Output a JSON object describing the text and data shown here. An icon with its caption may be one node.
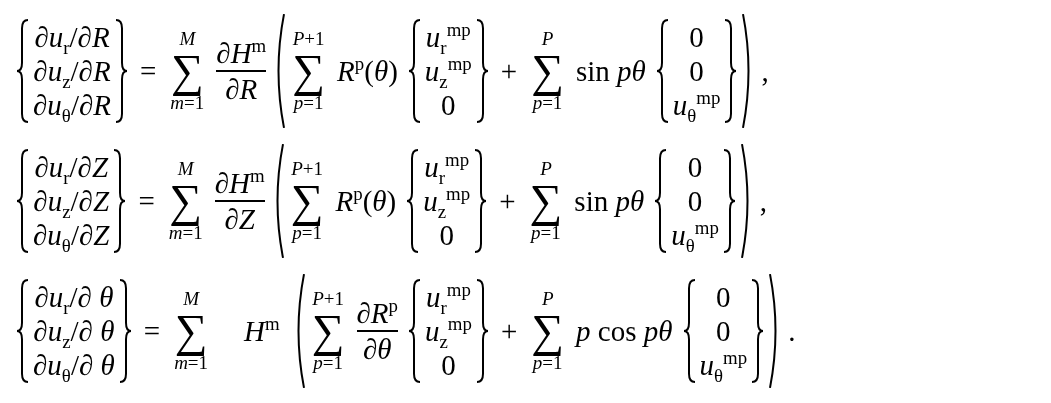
{
  "diagram": {
    "labels": [
      "∂*u*$_{r}$/∂*R*",
      "∂*u*$_{z}$/∂*R*",
      "∂*u*$_{θ}$/∂*R*",
      "=",
      "*M*",
      "∑",
      "*m*=1",
      "∂*H*$^{m}$",
      "∂*R*",
      "*P*+1",
      "∑",
      "*p*=1",
      "*R*$^{p}$(*θ*)",
      "*u*$_{r}$$^{mp}$",
      "*u*$_{z}$$^{mp}$",
      "0",
      "+",
      "*P*",
      "∑",
      "*p*=1",
      "sin *pθ*",
      "0",
      "0",
      "*u*$_{θ}$$^{mp}$",
      ",",
      "∂*u*$_{r}$/∂*Z*",
      "∂*u*$_{z}$/∂*Z*",
      "∂*u*$_{θ}$/∂*Z*",
      "=",
      "*M*",
      "∑",
      "*m*=1",
      "∂*H*$^{m}$",
      "∂*Z*",
      "*P*+1",
      "∑",
      "*p*=1",
      "*R*$^{p}$(*θ*)",
      "*u*$_{r}$$^{mp}$",
      "*u*$_{z}$$^{mp}$",
      "0",
      "+",
      "*P*",
      "∑",
      "*p*=1",
      "sin *pθ*",
      "0",
      "0",
      "*u*$_{θ}$$^{mp}$",
      ",",
      "∂*u*$_{r}$/∂ *θ*",
      "∂*u*$_{z}$/∂ *θ*",
      "∂*u*$_{θ}$/∂ *θ*",
      "=",
      "*M*",
      "∑",
      "*m*=1",
      "*H*$^{m}$",
      "*P*+1",
      "∑",
      "*p*=1",
      "∂*R*$^{p}$",
      "∂*θ*",
      "*u*$_{r}$$^{mp}$",
      "*u*$_{z}$$^{mp}$",
      "0",
      "+",
      "*P*",
      "∑",
      "*p*=1",
      "*p* cos *pθ*",
      "0",
      "0",
      "*u*$_{θ}$$^{mp}$",
      "."
    ]
  }
}
